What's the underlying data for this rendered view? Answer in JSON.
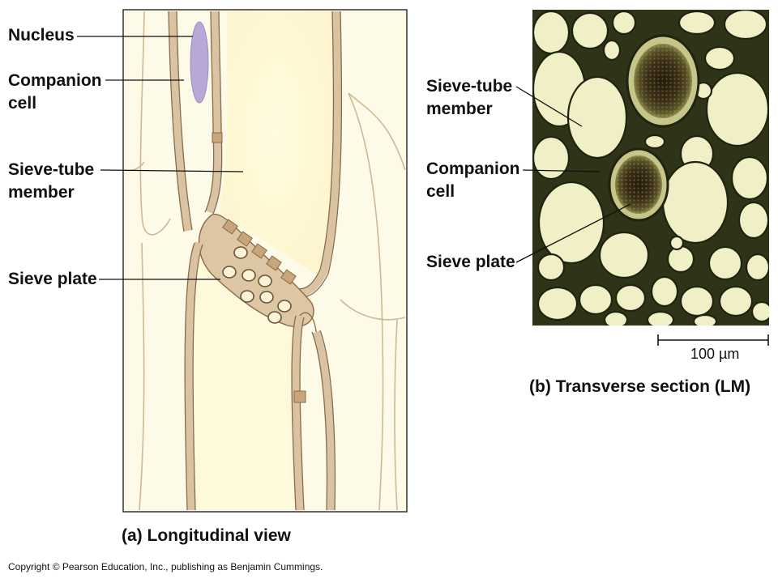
{
  "panel_a": {
    "labels": {
      "nucleus": "Nucleus",
      "companion_line1": "Companion",
      "companion_line2": "cell",
      "sieve_tube_line1": "Sieve-tube",
      "sieve_tube_line2": "member",
      "sieve_plate": "Sieve plate"
    },
    "caption": "(a) Longitudinal view"
  },
  "panel_b": {
    "labels": {
      "sieve_tube_line1": "Sieve-tube",
      "sieve_tube_line2": "member",
      "companion_line1": "Companion",
      "companion_line2": "cell",
      "sieve_plate": "Sieve plate"
    },
    "scale_bar": "100 µm",
    "caption": "(b) Transverse section (LM)"
  },
  "copyright": "Copyright © Pearson Education, Inc., publishing as Benjamin Cummings.",
  "colors": {
    "cell_wall": "#ecd9bc",
    "lumen": "#fdfbe6",
    "nucleus": "#b7a8d8",
    "micrograph_bg": "#2f3418",
    "micrograph_cell": "#f0efc6"
  }
}
